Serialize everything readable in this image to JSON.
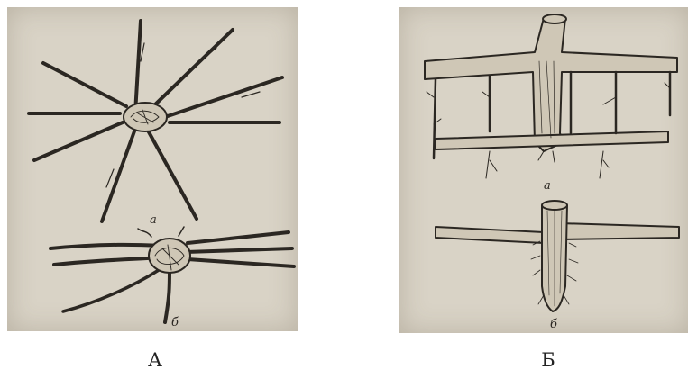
{
  "figure": {
    "left_panel": {
      "caption": "А",
      "top_label": "а",
      "bottom_label": "б"
    },
    "right_panel": {
      "caption": "Б",
      "top_label": "а",
      "bottom_label": "б"
    }
  },
  "colors": {
    "paper": "#d9d3c6",
    "ink": "#2b2722",
    "background": "#ffffff"
  }
}
